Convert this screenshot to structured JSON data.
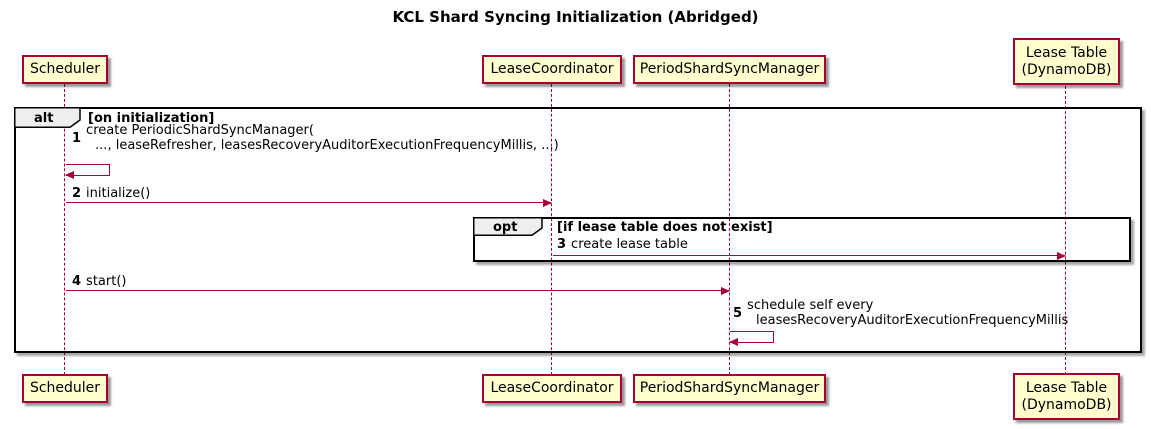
{
  "title": "KCL Shard Syncing Initialization (Abridged)",
  "participants": {
    "scheduler": {
      "label": "Scheduler"
    },
    "lease_coordinator": {
      "label": "LeaseCoordinator"
    },
    "period_shard_sync_manager": {
      "label": "PeriodShardSyncManager"
    },
    "lease_table": {
      "line1": "Lease Table",
      "line2": "(DynamoDB)"
    }
  },
  "frames": {
    "alt": {
      "keyword": "alt",
      "condition": "[on initialization]"
    },
    "opt": {
      "keyword": "opt",
      "condition": "[if lease table does not exist]"
    }
  },
  "messages": {
    "m1": {
      "num": "1",
      "line1": "create PeriodicShardSyncManager(",
      "line2": "..., leaseRefresher, leasesRecoveryAuditorExecutionFrequencyMillis, ...)"
    },
    "m2": {
      "num": "2",
      "text": "initialize()"
    },
    "m3": {
      "num": "3",
      "text": "create lease table"
    },
    "m4": {
      "num": "4",
      "text": "start()"
    },
    "m5": {
      "num": "5",
      "line1": "schedule self every",
      "line2": "leasesRecoveryAuditorExecutionFrequencyMillis"
    }
  },
  "colors": {
    "participant_fill": "#FEFECE",
    "participant_border": "#A80036",
    "arrow": "#A80036",
    "frame_border": "#000000",
    "frame_label_fill": "#EEEEEE",
    "background": "#FFFFFF"
  }
}
